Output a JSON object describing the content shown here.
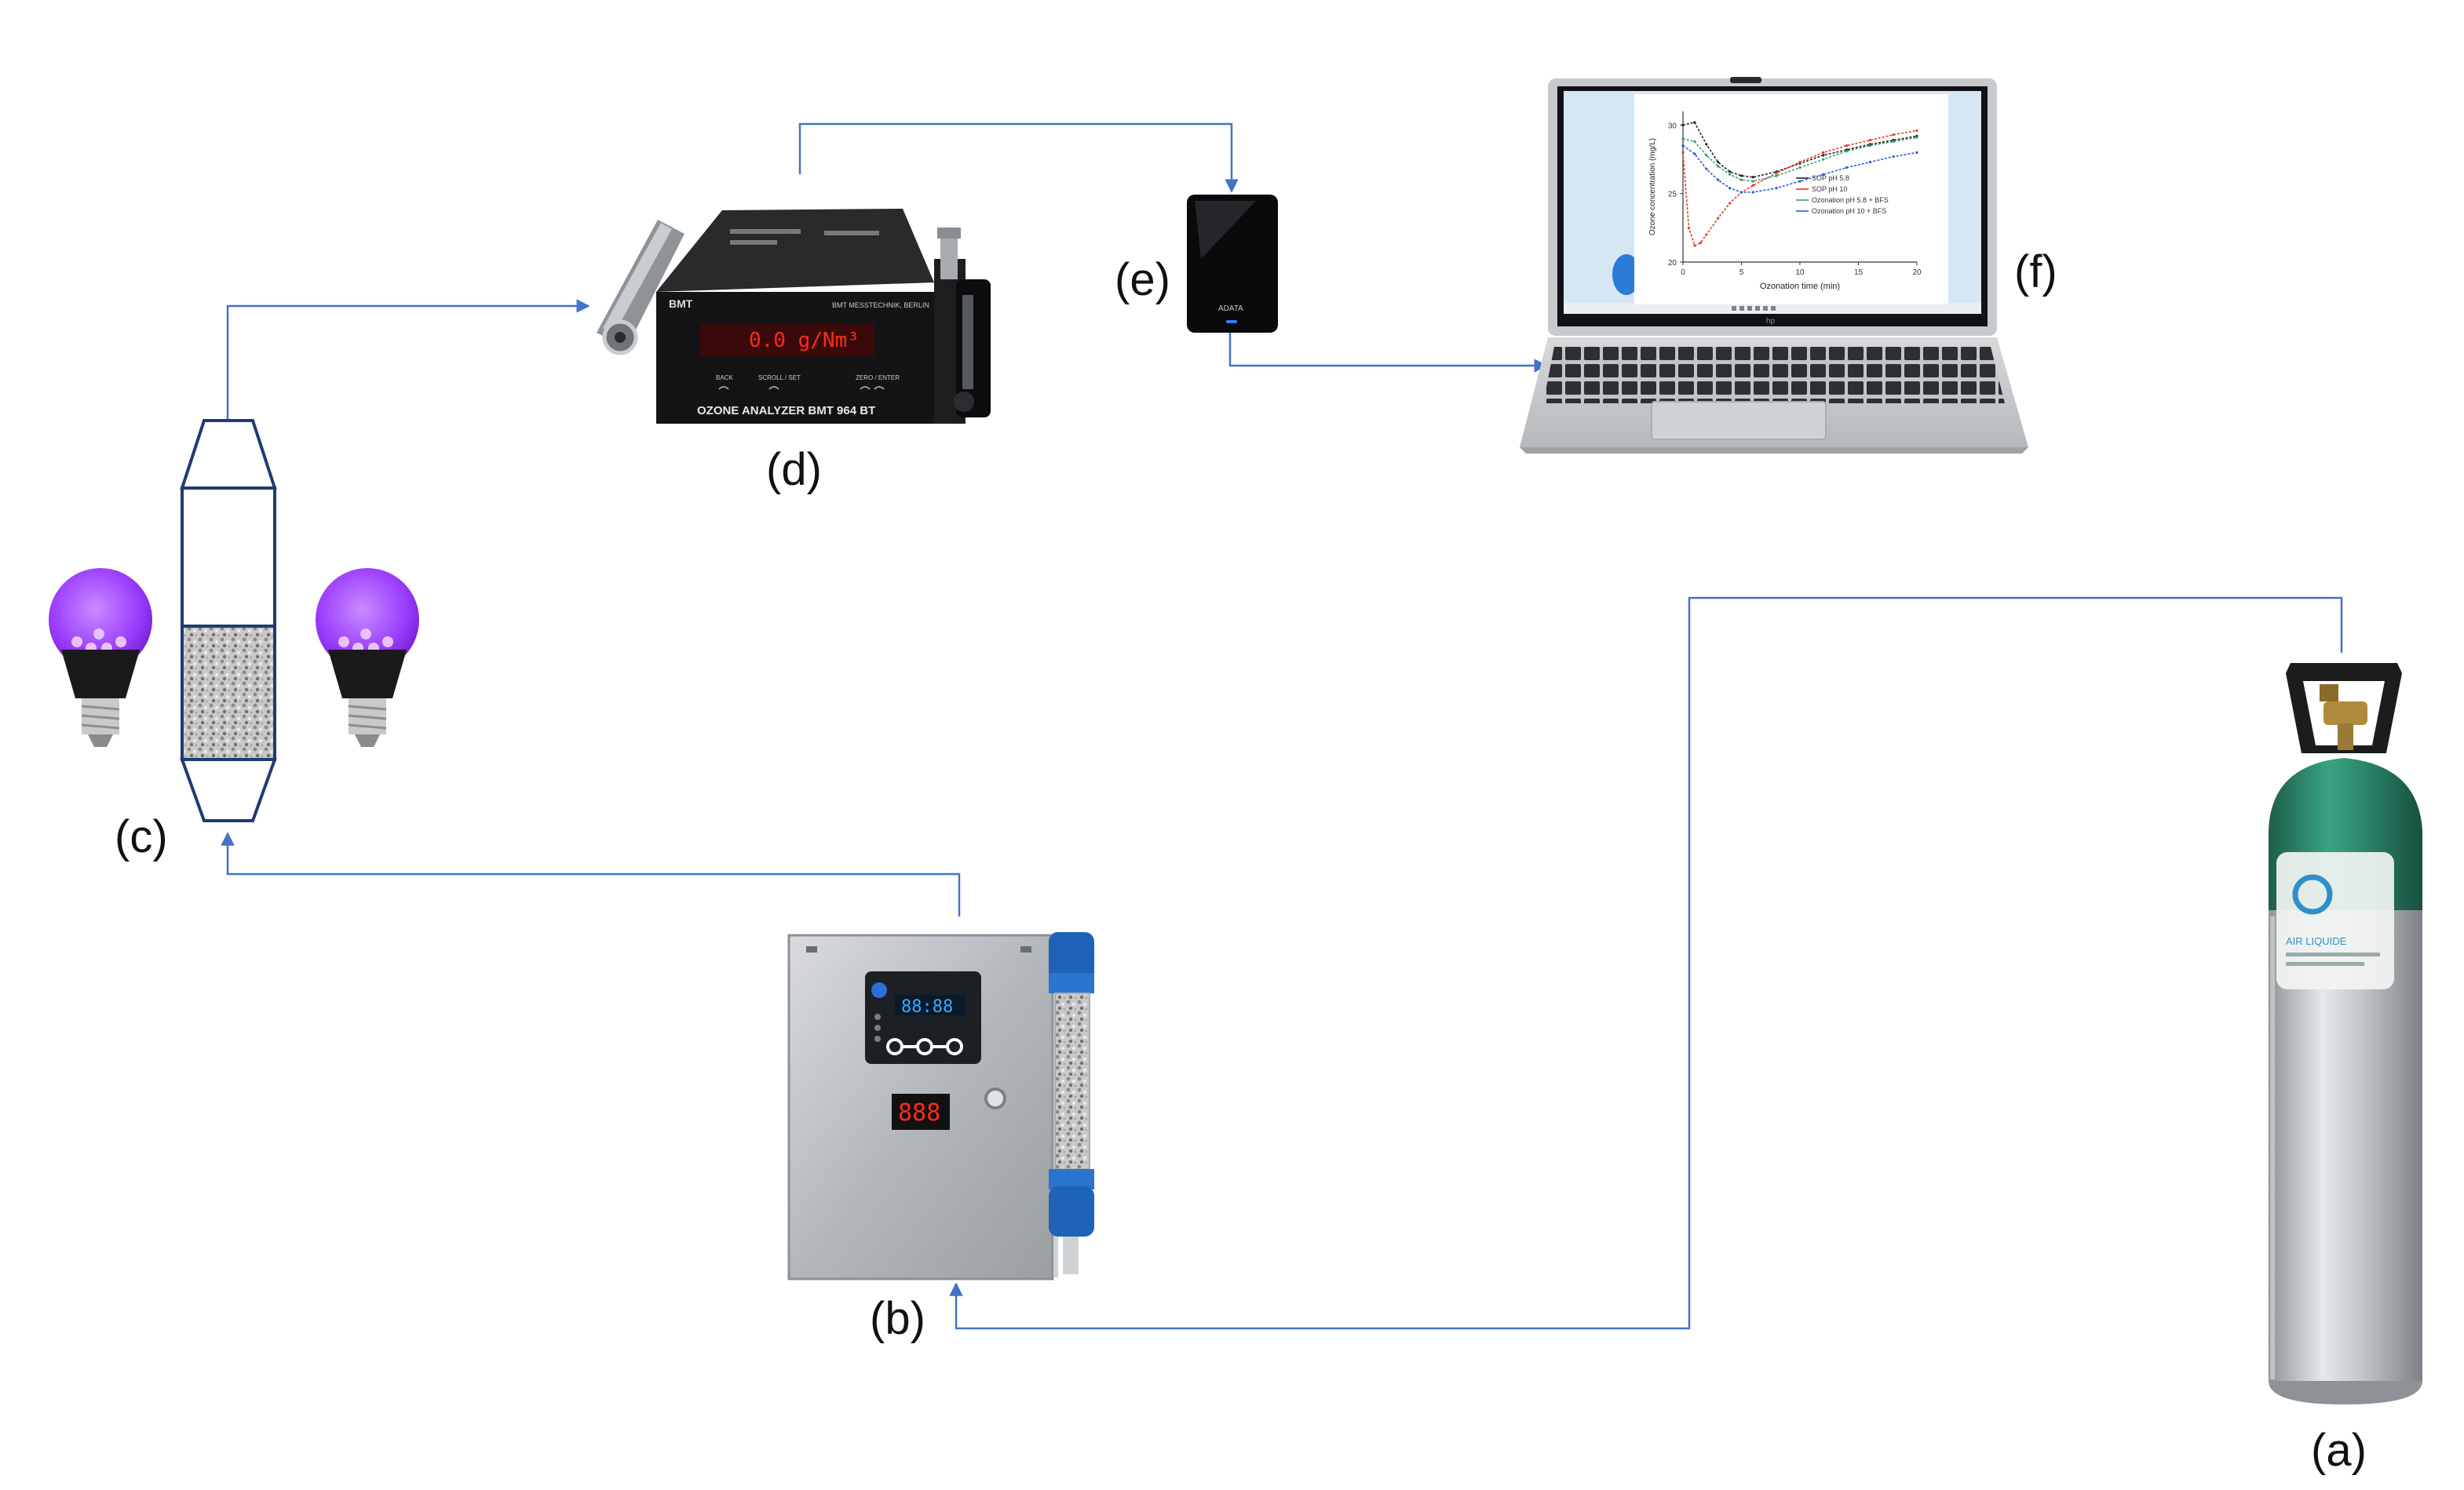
{
  "labels": {
    "a": "(a)",
    "b": "(b)",
    "c": "(c)",
    "d": "(d)",
    "e": "(e)",
    "f": "(f)"
  },
  "analyzer": {
    "display": "0.0 g/Nm³",
    "name": "OZONE ANALYZER BMT 964 BT",
    "brand": "BMT",
    "company": "BMT MESSTECHNIK, BERLIN",
    "buttons": [
      "BACK",
      "SCROLL / SET",
      "ZERO / ENTER"
    ]
  },
  "generator": {
    "panel_display": "88:88",
    "counter_display": "888"
  },
  "harddrive": {
    "brand": "ADATA"
  },
  "cylinder": {
    "brand": "AIR LIQUIDE"
  },
  "laptop": {
    "logo": "hp"
  },
  "colors": {
    "arrow": "#4472C4",
    "uv_bulb": "#9b3dff",
    "cylinder_top": "#2e8b6e",
    "cylinder_body": "#b8bcc0"
  },
  "chart_data": {
    "type": "line",
    "xlabel": "Ozonation time (min)",
    "ylabel": "Ozone concentration (mg/L)",
    "xlim": [
      0,
      20
    ],
    "ylim": [
      20,
      31
    ],
    "xticks": [
      0,
      5,
      10,
      15,
      20
    ],
    "yticks": [
      20,
      25,
      30
    ],
    "legend_position": "right",
    "series": [
      {
        "name": "SOP pH 5.8",
        "color": "#222222",
        "x": [
          0,
          1,
          2,
          3,
          4,
          5,
          6,
          8,
          10,
          12,
          14,
          16,
          18,
          20
        ],
        "y": [
          30,
          30.2,
          28.6,
          27.3,
          26.6,
          26.3,
          26.2,
          26.6,
          27.2,
          27.8,
          28.2,
          28.6,
          28.9,
          29.2
        ]
      },
      {
        "name": "SOP pH 10",
        "color": "#e8392b",
        "x": [
          0,
          0.5,
          1,
          1.5,
          2,
          3,
          4,
          5,
          6,
          8,
          10,
          12,
          14,
          16,
          18,
          20
        ],
        "y": [
          28,
          22.5,
          21.2,
          21.4,
          22,
          23.2,
          24.3,
          25.1,
          25.6,
          26.5,
          27.3,
          28,
          28.5,
          28.9,
          29.3,
          29.6
        ]
      },
      {
        "name": "Ozonation pH 5.8 + BFS",
        "color": "#3aa06a",
        "x": [
          0,
          1,
          2,
          3,
          4,
          5,
          6,
          8,
          10,
          12,
          14,
          16,
          18,
          20
        ],
        "y": [
          29,
          28.8,
          27.8,
          27,
          26.4,
          26,
          25.9,
          26.3,
          26.9,
          27.5,
          28.1,
          28.5,
          28.8,
          29.1
        ]
      },
      {
        "name": "Ozonation pH 10 + BFS",
        "color": "#2e5bdb",
        "x": [
          0,
          1,
          2,
          3,
          4,
          5,
          6,
          8,
          10,
          12,
          14,
          16,
          18,
          20
        ],
        "y": [
          28.5,
          27.9,
          26.8,
          26,
          25.4,
          25.1,
          25.1,
          25.4,
          25.9,
          26.4,
          26.9,
          27.3,
          27.7,
          28
        ]
      }
    ]
  }
}
